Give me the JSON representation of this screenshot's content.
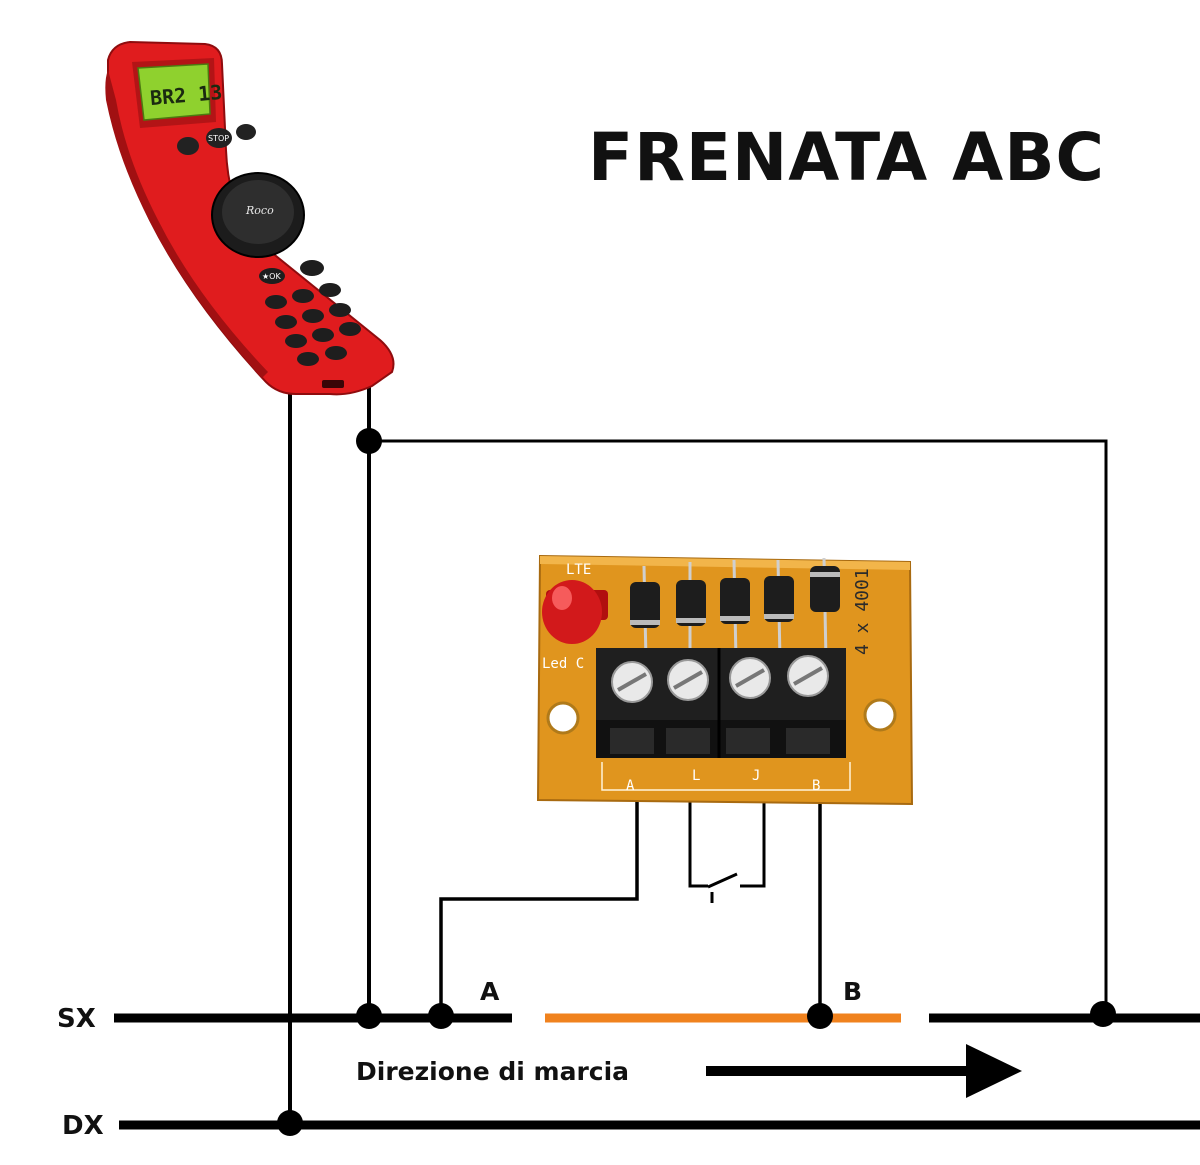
{
  "title": "FRENATA ABC",
  "rails": {
    "sx_label": "SX",
    "dx_label": "DX",
    "point_a_label": "A",
    "point_b_label": "B"
  },
  "direction": {
    "label": "Direzione di marcia"
  },
  "controller": {
    "lcd_line": "BR2 13",
    "stop_key": "STOP",
    "ok_key": "★OK",
    "logo": "Roco"
  },
  "module": {
    "pcb_text": "LTE",
    "led_text": "Led C",
    "chip_text": "4 x 4001",
    "terminal_labels": [
      "A",
      "L",
      "J",
      "B"
    ]
  },
  "colors": {
    "wire": "#000000",
    "braking_section": "#f0821e",
    "pcb": "#e0951e",
    "controller": "#e01c1e",
    "lcd": "#8fd12e"
  }
}
